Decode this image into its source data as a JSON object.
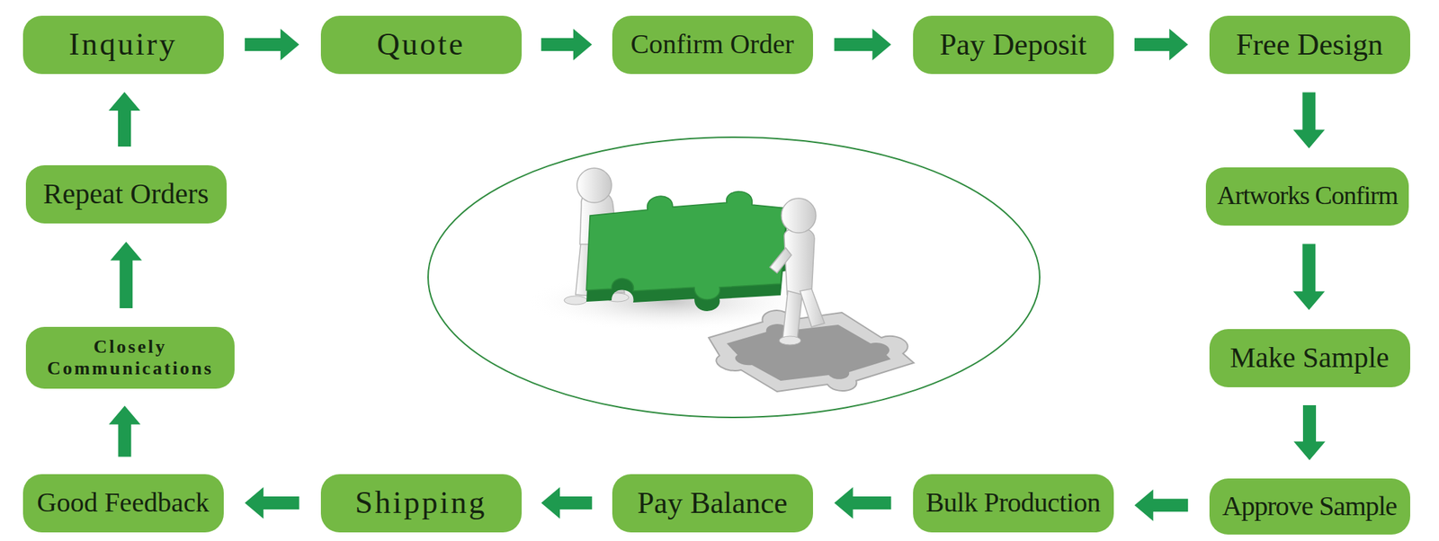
{
  "diagram": {
    "nodes": [
      {
        "text": [
          "Inquiry"
        ]
      },
      {
        "text": [
          "Quote"
        ]
      },
      {
        "text": [
          "Confirm Order"
        ]
      },
      {
        "text": [
          "Pay Deposit"
        ]
      },
      {
        "text": [
          "Free Design"
        ]
      },
      {
        "text": [
          "Artworks Confirm"
        ]
      },
      {
        "text": [
          "Make Sample"
        ]
      },
      {
        "text": [
          "Approve Sample"
        ]
      },
      {
        "text": [
          "Bulk Production"
        ]
      },
      {
        "text": [
          "Pay Balance"
        ]
      },
      {
        "text": [
          "Shipping"
        ]
      },
      {
        "text": [
          "Good Feedback"
        ]
      },
      {
        "text": [
          "Closely Communications"
        ]
      },
      {
        "text": [
          "Repeat Orders"
        ]
      }
    ],
    "edges": [
      {
        "from": 0,
        "to": 1,
        "arrow": "to"
      },
      {
        "from": 1,
        "to": 2,
        "arrow": "to"
      },
      {
        "from": 2,
        "to": 3,
        "arrow": "to"
      },
      {
        "from": 3,
        "to": 4,
        "arrow": "to"
      },
      {
        "from": 4,
        "to": 5,
        "arrow": "to"
      },
      {
        "from": 5,
        "to": 6,
        "arrow": "to"
      },
      {
        "from": 6,
        "to": 7,
        "arrow": "to"
      },
      {
        "from": 7,
        "to": 8,
        "arrow": "to"
      },
      {
        "from": 8,
        "to": 9,
        "arrow": "to"
      },
      {
        "from": 9,
        "to": 10,
        "arrow": "to"
      },
      {
        "from": 10,
        "to": 11,
        "arrow": "to"
      },
      {
        "from": 11,
        "to": 12,
        "arrow": "to"
      },
      {
        "from": 12,
        "to": 13,
        "arrow": "to"
      },
      {
        "from": 13,
        "to": 0,
        "arrow": "to"
      }
    ]
  }
}
